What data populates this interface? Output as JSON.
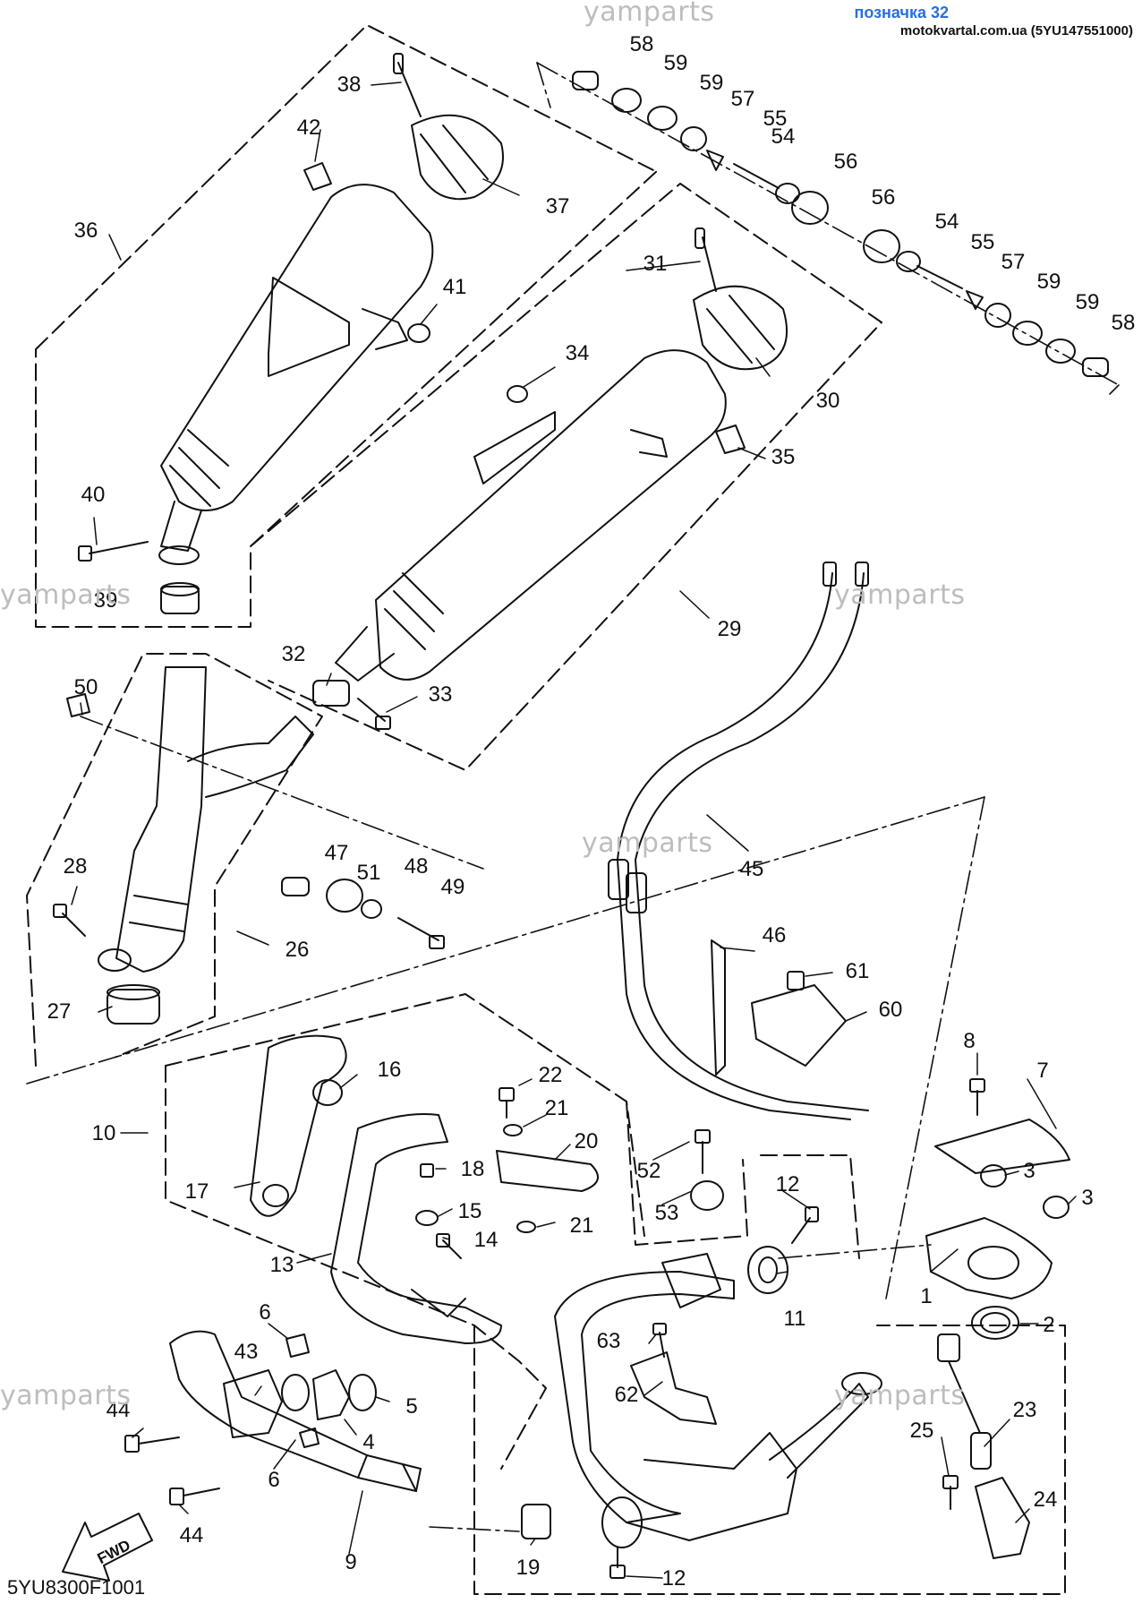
{
  "header": {
    "title": "позначка 32",
    "site": "motokvartal.com.ua (5YU147551000)"
  },
  "watermark": "yamparts",
  "diagram_code": "5YU8300F1001",
  "fwd_label": "FWD",
  "parts": [
    "1",
    "2",
    "3",
    "4",
    "5",
    "6",
    "7",
    "8",
    "9",
    "10",
    "11",
    "12",
    "13",
    "14",
    "15",
    "16",
    "17",
    "18",
    "19",
    "20",
    "21",
    "22",
    "23",
    "24",
    "25",
    "26",
    "27",
    "28",
    "29",
    "30",
    "31",
    "32",
    "33",
    "34",
    "35",
    "36",
    "37",
    "38",
    "39",
    "40",
    "41",
    "42",
    "43",
    "44",
    "45",
    "46",
    "47",
    "48",
    "49",
    "50",
    "51",
    "52",
    "53",
    "54",
    "55",
    "56",
    "57",
    "58",
    "59",
    "60",
    "61",
    "62",
    "63"
  ]
}
